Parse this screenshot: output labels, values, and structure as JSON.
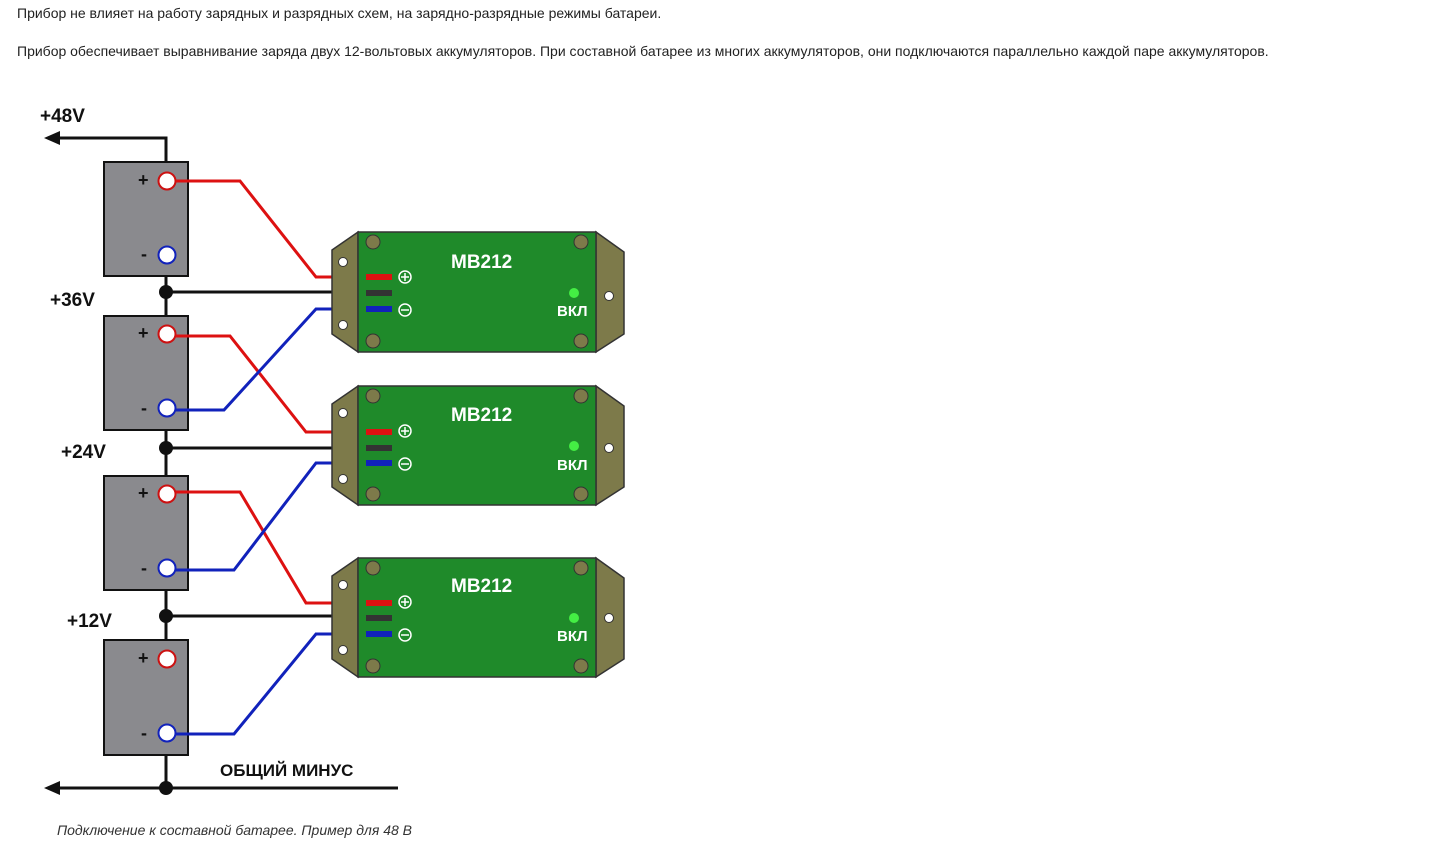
{
  "text": {
    "paragraph1": "Прибор не влияет на работу зарядных и разрядных схем, на зарядно-разрядные режимы батареи.",
    "paragraph2": "Прибор обеспечивает выравнивание заряда двух 12-вольтовых аккумуляторов. При составной батарее из многих аккумуляторов, они подключаются параллельно каждой паре аккумуляторов.",
    "caption": "Подключение к составной батарее. Пример для 48 В"
  },
  "diagram": {
    "voltage_labels": [
      "+48V",
      "+36V",
      "+24V",
      "+12V"
    ],
    "common_minus_label": "ОБЩИЙ МИНУС",
    "battery_terminal_plus": "+",
    "battery_terminal_minus": "-",
    "modules": [
      {
        "name": "MB212",
        "led_label": "ВКЛ"
      },
      {
        "name": "MB212",
        "led_label": "ВКЛ"
      },
      {
        "name": "MB212",
        "led_label": "ВКЛ"
      }
    ],
    "colors": {
      "battery_body": "#8a8a8e",
      "module_body": "#1f8a2a",
      "module_tab": "#7d7a4a",
      "positive_wire": "#dd1111",
      "negative_wire": "#1122bb",
      "ground_wire": "#111111",
      "led": "#44ee44"
    }
  }
}
